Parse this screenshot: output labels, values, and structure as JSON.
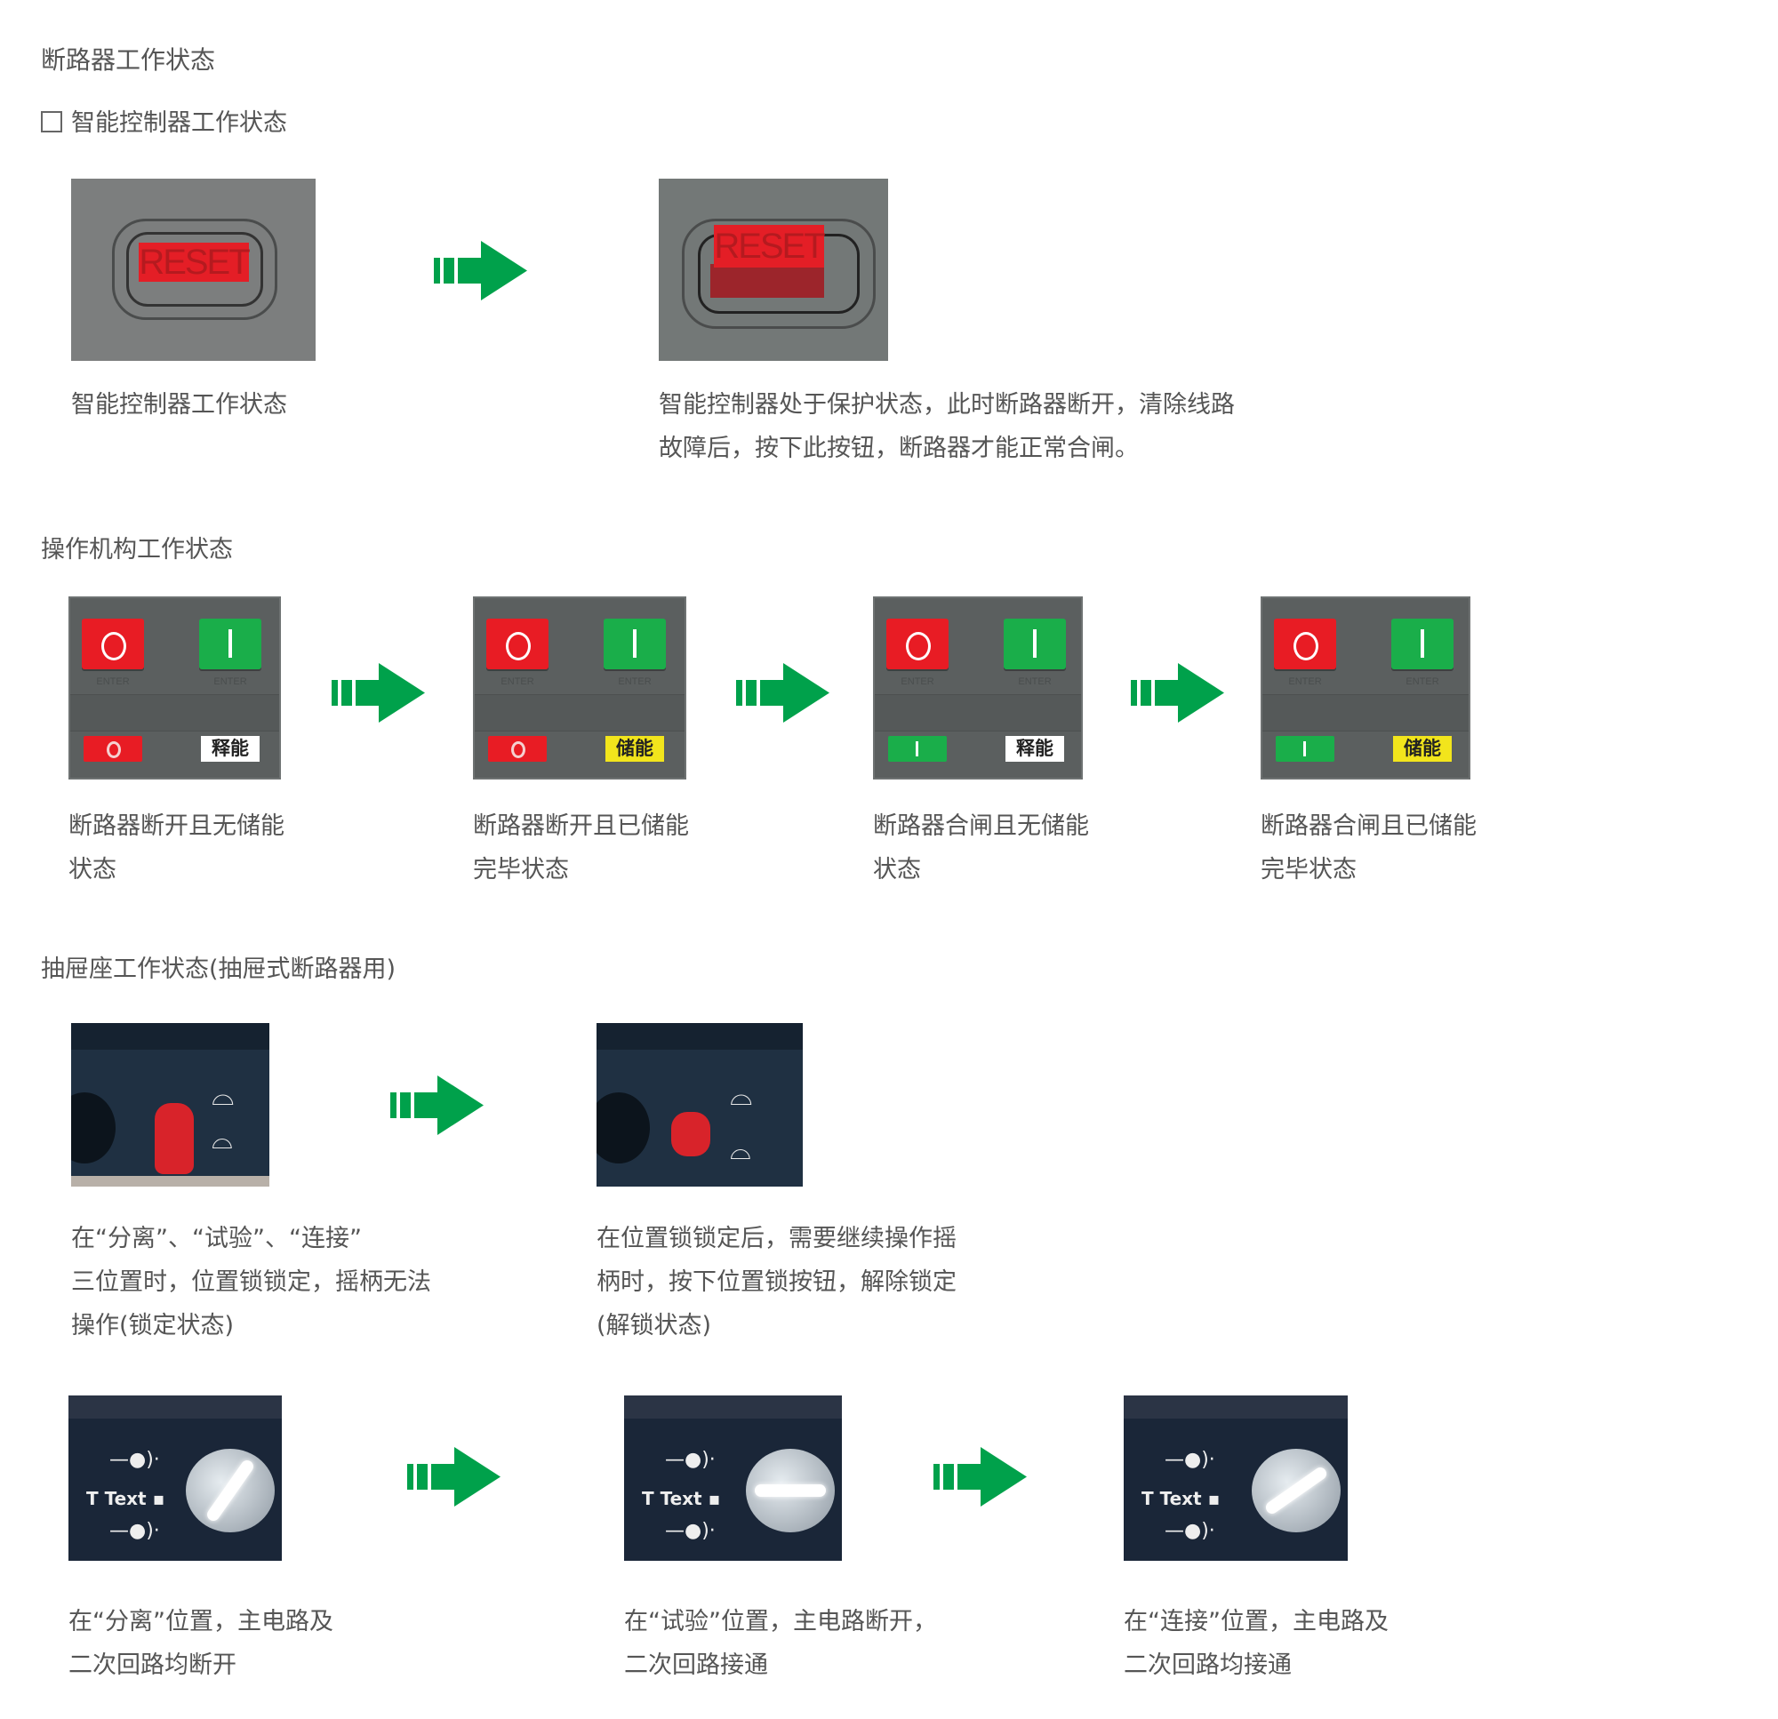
{
  "title": "断路器工作状态",
  "colors": {
    "arrow": "#00a14b",
    "text": "#555555",
    "red": "#e81c24",
    "green": "#1aae4a",
    "yellow": "#f2e51c"
  },
  "controller": {
    "heading": "智能控制器工作状态",
    "reset_label": "RESET",
    "captions": [
      [
        "智能控制器工作状态"
      ],
      [
        "智能控制器处于保护状态，此时断路器断开，清除线路",
        "故障后，按下此按钮，断路器才能正常合闸。"
      ]
    ]
  },
  "mechanism": {
    "heading": "操作机构工作状态",
    "enter_label": "ENTER",
    "panels": [
      {
        "bottom_state": "O",
        "label": "释能",
        "caption": [
          "断路器断开且无储能",
          "状态"
        ]
      },
      {
        "bottom_state": "O",
        "label": "储能",
        "caption": [
          "断路器断开且已储能",
          "完毕状态"
        ]
      },
      {
        "bottom_state": "I",
        "label": "释能",
        "caption": [
          "断路器合闸且无储能",
          "状态"
        ]
      },
      {
        "bottom_state": "I",
        "label": "储能",
        "caption": [
          "断路器合闸且已储能",
          "完毕状态"
        ]
      }
    ]
  },
  "drawer": {
    "heading": "抽屉座工作状态(抽屉式断路器用)",
    "lock_captions": [
      [
        "在“分离”、“试验”、“连接”",
        "三位置时，位置锁锁定，摇柄无法",
        "操作(锁定状态)"
      ],
      [
        "在位置锁锁定后，需要继续操作摇",
        "柄时，按下位置锁按钮，解除锁定",
        "(解锁状态)"
      ]
    ],
    "knob_label": "Text",
    "position_captions": [
      [
        "在“分离”位置，主电路及",
        "二次回路均断开"
      ],
      [
        "在“试验”位置，主电路断开，",
        "二次回路接通"
      ],
      [
        "在“连接”位置，主电路及",
        "二次回路均接通"
      ]
    ]
  }
}
